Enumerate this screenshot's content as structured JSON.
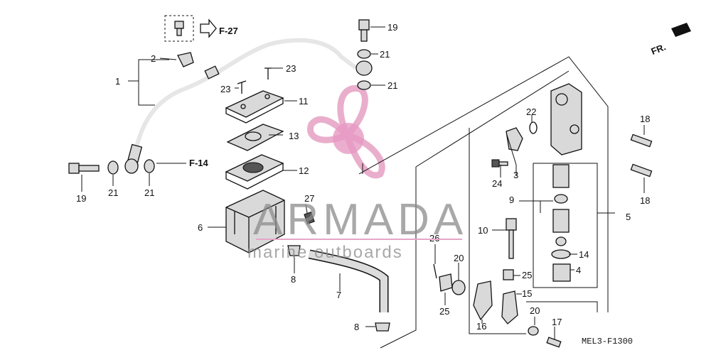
{
  "labels": {
    "p1": "1",
    "p2": "2",
    "p3": "3",
    "p4": "4",
    "p5": "5",
    "p6": "6",
    "p7": "7",
    "p8a": "8",
    "p8b": "8",
    "p9": "9",
    "p10": "10",
    "p11": "11",
    "p12": "12",
    "p13": "13",
    "p14": "14",
    "p15": "15",
    "p16": "16",
    "p17": "17",
    "p18a": "18",
    "p18b": "18",
    "p19a": "19",
    "p19b": "19",
    "p20a": "20",
    "p20b": "20",
    "p21a": "21",
    "p21b": "21",
    "p21c": "21",
    "p21d": "21",
    "p22": "22",
    "p23a": "23",
    "p23b": "23",
    "p24": "24",
    "p25a": "25",
    "p25b": "25",
    "p26": "26",
    "p27": "27"
  },
  "refs": {
    "f27": "F-27",
    "f14": "F-14",
    "fr": "FR."
  },
  "watermark": {
    "brand": "ARMADA",
    "tagline": "marine outboards"
  },
  "diagram_code": "MEL3-F1300",
  "colors": {
    "line": "#111111",
    "watermark_text": "#8c8c8c",
    "logo_pink": "#e7a6c6",
    "logo_center": "#e58fbd"
  }
}
